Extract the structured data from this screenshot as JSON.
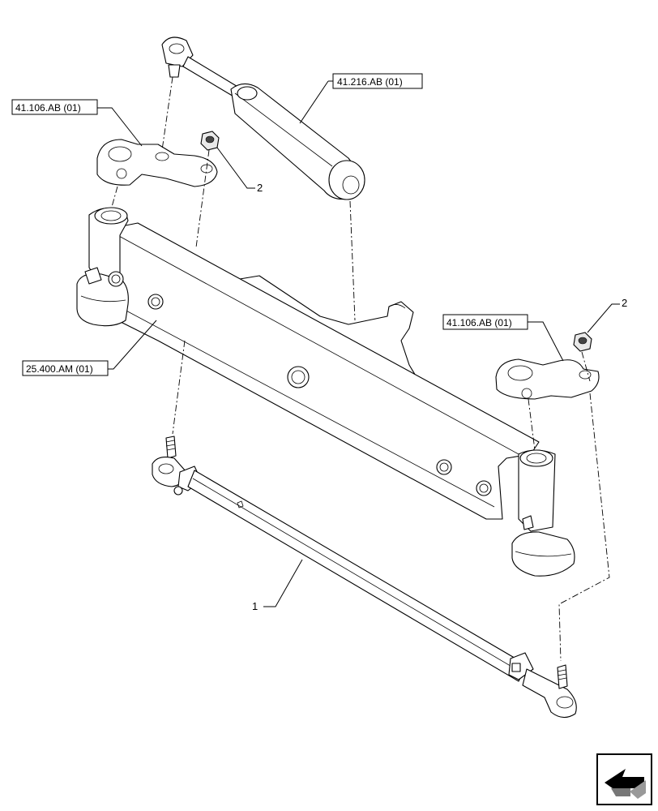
{
  "callouts": {
    "steering_cylinder": "41.216.AB (01)",
    "left_steering_arm": "41.106.AB (01)",
    "right_steering_arm": "41.106.AB (01)",
    "axle": "25.400.AM (01)"
  },
  "item_numbers": {
    "tie_rod": "1",
    "nut_left": "2",
    "nut_right": "2"
  },
  "icons": {
    "corner_navigation": "arrow-back-icon"
  }
}
